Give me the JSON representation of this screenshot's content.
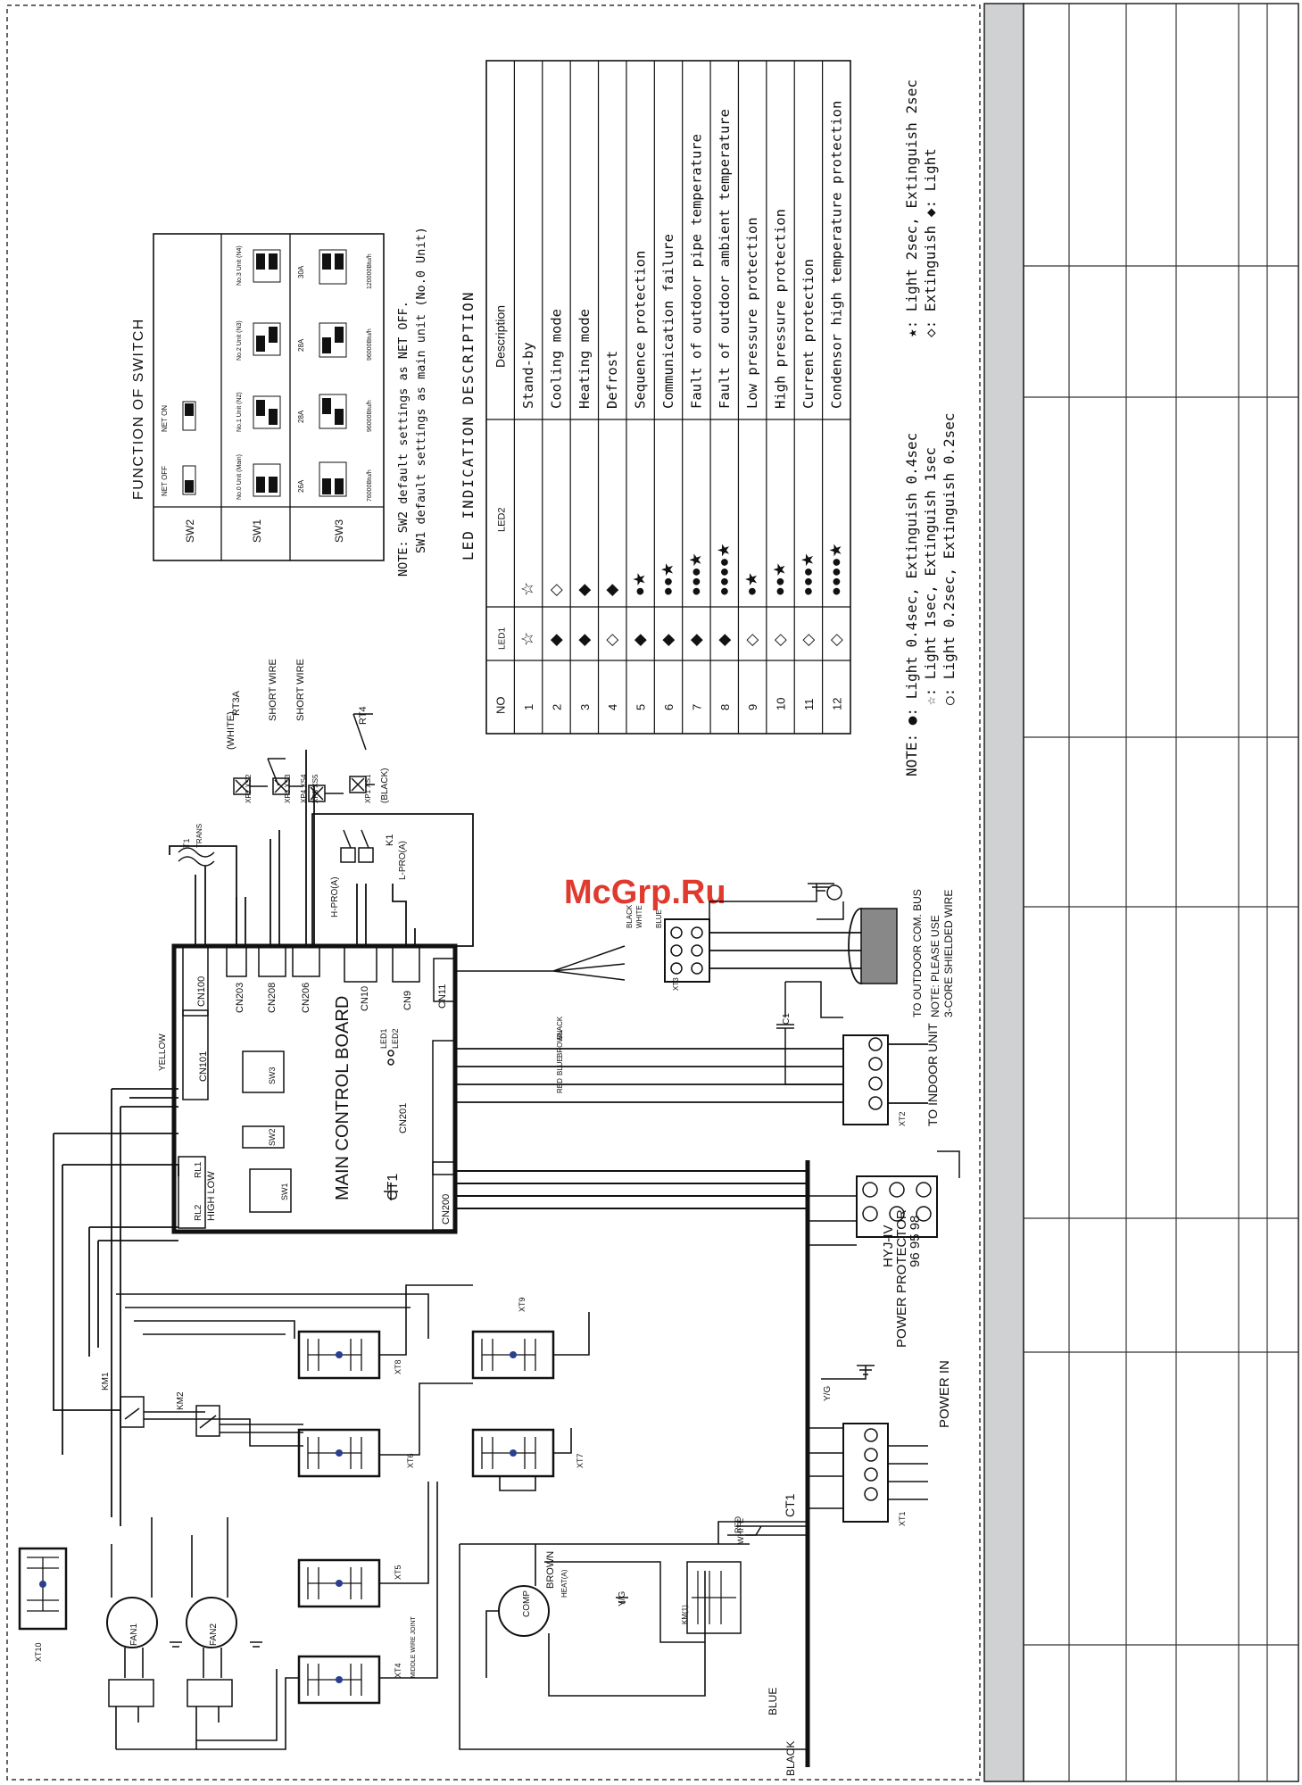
{
  "watermark": "McGrp.Ru",
  "switch_function": {
    "title": "FUNCTION OF SWITCH",
    "rows": [
      {
        "name": "SW2",
        "options": [
          "NET OFF",
          "NET ON"
        ]
      },
      {
        "name": "SW1",
        "options": [
          "No.0 Unit (Main)",
          "No.1 Unit (N2)",
          "No.2 Unit (N3)",
          "No.3 Unit (N4)"
        ]
      },
      {
        "name": "SW3",
        "caps": [
          "26A",
          "28A",
          "28A",
          "30A"
        ],
        "options": [
          "76000Btu/h",
          "96000Btu/h",
          "96000Btu/h",
          "120000Btu/h"
        ]
      }
    ],
    "note_line1": "NOTE: SW2 default settings as NET OFF.",
    "note_line2": "SW1 default settings as main unit (No.0 Unit)"
  },
  "led_table": {
    "title": "LED INDICATION DESCRIPTION",
    "headers": [
      "NO",
      "LED1",
      "LED2",
      "Description"
    ],
    "rows": [
      {
        "no": "1",
        "led1": "☆",
        "led2": "☆",
        "description": "Stand-by"
      },
      {
        "no": "2",
        "led1": "◆",
        "led2": "◇",
        "description": "Cooling mode"
      },
      {
        "no": "3",
        "led1": "◆",
        "led2": "◆",
        "description": "Heating mode"
      },
      {
        "no": "4",
        "led1": "◇",
        "led2": "◆",
        "description": "Defrost"
      },
      {
        "no": "5",
        "led1": "◆",
        "led2": "●★",
        "description": "Sequence protection"
      },
      {
        "no": "6",
        "led1": "◆",
        "led2": "●●★",
        "description": "Communication failure"
      },
      {
        "no": "7",
        "led1": "◆",
        "led2": "●●●★",
        "description": "Fault of outdoor pipe temperature"
      },
      {
        "no": "8",
        "led1": "◆",
        "led2": "●●●●★",
        "description": "Fault of outdoor ambient temperature"
      },
      {
        "no": "9",
        "led1": "◇",
        "led2": "●★",
        "description": "Low pressure protection"
      },
      {
        "no": "10",
        "led1": "◇",
        "led2": "●●★",
        "description": "High pressure protection"
      },
      {
        "no": "11",
        "led1": "◇",
        "led2": "●●●★",
        "description": "Current protection"
      },
      {
        "no": "12",
        "led1": "◇",
        "led2": "●●●●★",
        "description": "Condensor high temperature protection"
      }
    ],
    "legend": [
      "NOTE:  ●: Light 0.4sec, Extinguish 0.4sec",
      "☆: Light 1sec, Extinguish 1sec",
      "○: Light 0.2sec, Extinguish 0.2sec",
      "★: Light 2sec, Extinguish 2sec",
      "◇: Extinguish     ◆: Light"
    ]
  },
  "wiring": {
    "board": "MAIN CONTROL BOARD",
    "board_parts": [
      "CN100",
      "CN203",
      "CN208",
      "CN206",
      "CN10",
      "CN9",
      "CN11",
      "CN101",
      "CN201",
      "CN200",
      "SW3",
      "SW2",
      "SW1",
      "RL1",
      "RL2",
      "HIGH LOW",
      "LED1",
      "LED2",
      "CT1"
    ],
    "labels": [
      "T1",
      "TRANS",
      "(WHITE)",
      "RT3A",
      "SHORT WIRE",
      "SHORT WIRE",
      "RT4",
      "(BLACK)",
      "XP2 XS2",
      "XP3 XS3",
      "XP4 XS4",
      "XP5 XS5",
      "XP1 XS1",
      "K1",
      "H-PRO(A)",
      "L-PRO(A)",
      "BLACK",
      "WHITE",
      "BLUE",
      "XT3",
      "TO OUTDOOR COM. BUS",
      "NOTE: PLEASE USE",
      "3-CORE SHIELDED WIRE",
      "C1",
      "TO INDOOR UNIT",
      "XT2",
      "BLACK",
      "BROWN",
      "BLUE",
      "RED",
      "POWER PROTECTOR",
      "HYJ-IV",
      "96 95 98",
      "POWER IN",
      "XT1",
      "Y/G",
      "CT1",
      "KM1",
      "KM2",
      "XT10",
      "FAN1",
      "FAN2",
      "COMP",
      "HEAT(A)",
      "KM(1)",
      "XT4",
      "XT5",
      "XT6",
      "XT7",
      "XT8",
      "XT9",
      "MIDDLE WIRE JOINT",
      "RED",
      "WHITE",
      "BLUE",
      "BLACK",
      "BROWN",
      "YELLOW",
      "Y/G"
    ]
  }
}
